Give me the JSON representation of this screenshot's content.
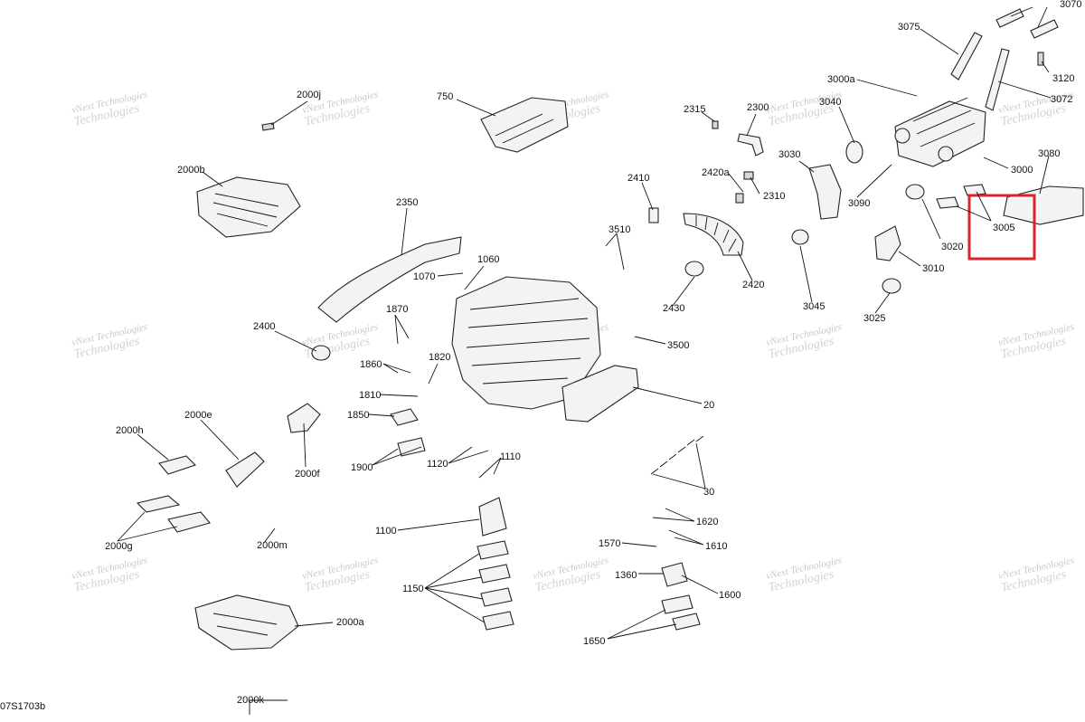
{
  "watermark": {
    "line1": "vNext Technologies",
    "line2": "Technologies"
  },
  "highlight_color": "#d9232d",
  "highlight_label": "3005",
  "footer_code": "07S1703b",
  "callouts": {
    "c750": "750",
    "c2000j": "2000j",
    "c2315": "2315",
    "c2300": "2300",
    "c3040": "3040",
    "c3075": "3075",
    "c3070": "3070",
    "c3120": "3120",
    "c3072": "3072",
    "c3000a": "3000a",
    "c3000": "3000",
    "c3080": "3080",
    "c2000b": "2000b",
    "c2420a": "2420a",
    "c2310": "2310",
    "c3030": "3030",
    "c3090": "3090",
    "c2410": "2410",
    "c2350": "2350",
    "c3510": "3510",
    "c3020": "3020",
    "c3010": "3010",
    "c1060": "1060",
    "c1070": "1070",
    "c2420": "2420",
    "c2430": "2430",
    "c3045": "3045",
    "c3025": "3025",
    "c1870": "1870",
    "c2400": "2400",
    "c3500": "3500",
    "c1820": "1820",
    "c1860": "1860",
    "c1810": "1810",
    "c20": "20",
    "c1850": "1850",
    "c2000h": "2000h",
    "c2000e": "2000e",
    "c2000f": "2000f",
    "c1900": "1900",
    "c1120": "1120",
    "c1110": "1110",
    "c30": "30",
    "c2000g": "2000g",
    "c1100": "1100",
    "c1620": "1620",
    "c2000m": "2000m",
    "c1570": "1570",
    "c1610": "1610",
    "c1360": "1360",
    "c1150": "1150",
    "c1600": "1600",
    "c2000a": "2000a",
    "c1650": "1650",
    "c2000k": "2000k"
  }
}
